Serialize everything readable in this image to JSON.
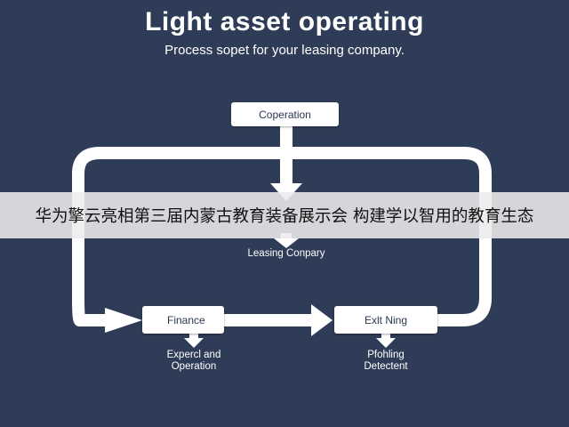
{
  "header": {
    "title": "Light asset operating",
    "subtitle": "Process sopet for your leasing company."
  },
  "nodes": {
    "cooperation": "Coperation",
    "leasing_company": "Leasing Conpary",
    "finance": "Finance",
    "exit": "Exlt Ning",
    "finance_sub": "Expercl and Operation",
    "exit_sub": "Pfohling Detectent"
  },
  "banner": {
    "text": "华为擎云亮相第三届内蒙古教育装备展示会 构建学以智用的教育生态"
  },
  "colors": {
    "background": "#2f3c57",
    "flow": "#ffffff",
    "banner": "#ececec"
  }
}
